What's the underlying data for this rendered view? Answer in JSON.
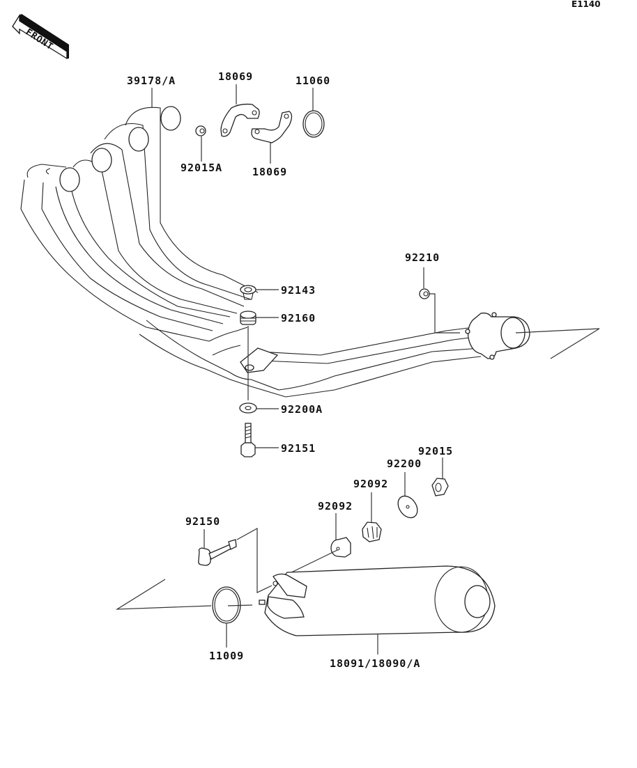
{
  "diagram_code": "E1140",
  "front_arrow": "FRONT",
  "parts": [
    {
      "id": "p39178",
      "label": "39178/A",
      "desc": "exhaust header pipes"
    },
    {
      "id": "p18069a",
      "label": "18069",
      "desc": "flange clamp (upper)"
    },
    {
      "id": "p18069b",
      "label": "18069",
      "desc": "flange clamp (lower)"
    },
    {
      "id": "p11060",
      "label": "11060",
      "desc": "gasket"
    },
    {
      "id": "p92015A",
      "label": "92015A",
      "desc": "nut"
    },
    {
      "id": "p92210",
      "label": "92210",
      "desc": "plug"
    },
    {
      "id": "p92143",
      "label": "92143",
      "desc": "collar"
    },
    {
      "id": "p92160",
      "label": "92160",
      "desc": "damper"
    },
    {
      "id": "p92200A",
      "label": "92200A",
      "desc": "washer"
    },
    {
      "id": "p92151",
      "label": "92151",
      "desc": "bolt"
    },
    {
      "id": "p92015",
      "label": "92015",
      "desc": "nut"
    },
    {
      "id": "p92200",
      "label": "92200",
      "desc": "washer"
    },
    {
      "id": "p92092a",
      "label": "92092",
      "desc": "damper (upper)"
    },
    {
      "id": "p92092b",
      "label": "92092",
      "desc": "damper (lower)"
    },
    {
      "id": "p92150",
      "label": "92150",
      "desc": "bolt"
    },
    {
      "id": "p11009",
      "label": "11009",
      "desc": "gasket"
    },
    {
      "id": "p18091",
      "label": "18091/18090/A",
      "desc": "muffler"
    }
  ]
}
